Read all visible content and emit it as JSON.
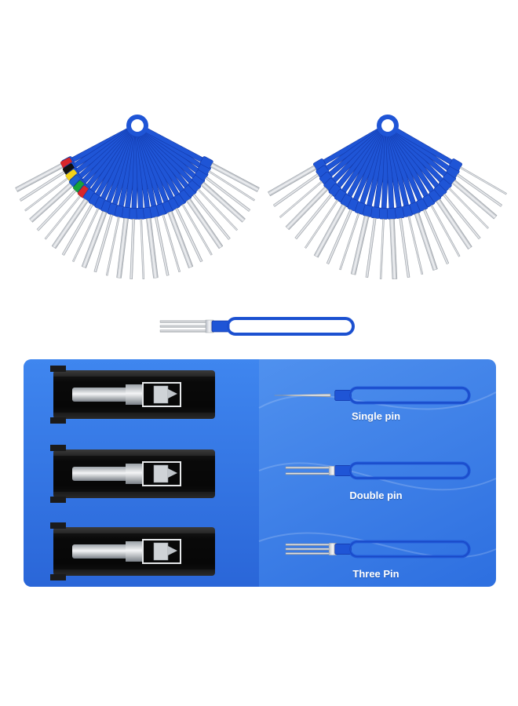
{
  "product": {
    "kinds": [
      {
        "label": "Single pin",
        "prongs": 1
      },
      {
        "label": "Double pin",
        "prongs": 2
      },
      {
        "label": "Three Pin",
        "prongs": 3
      }
    ]
  },
  "colors": {
    "tool_blue": "#1f55d6",
    "tool_blue_dark": "#1238a8",
    "steel": "#d7dbe0",
    "panel_blue_light": "#4f93f0",
    "panel_blue_dark": "#2f6fe0",
    "connector_black": "#141414",
    "ferrule_colors": [
      "#d8262a",
      "#101010",
      "#f2d21a",
      "#1d5fd0",
      "#18a33a",
      "#d8262a"
    ]
  },
  "icons": {
    "left_fan": "pin-extractor-fan-with-colored-ferrules",
    "right_fan": "pin-extractor-fan",
    "loose_tool": "three-prong-extractor-tool",
    "connector": "terminal-connector-cross-section"
  }
}
